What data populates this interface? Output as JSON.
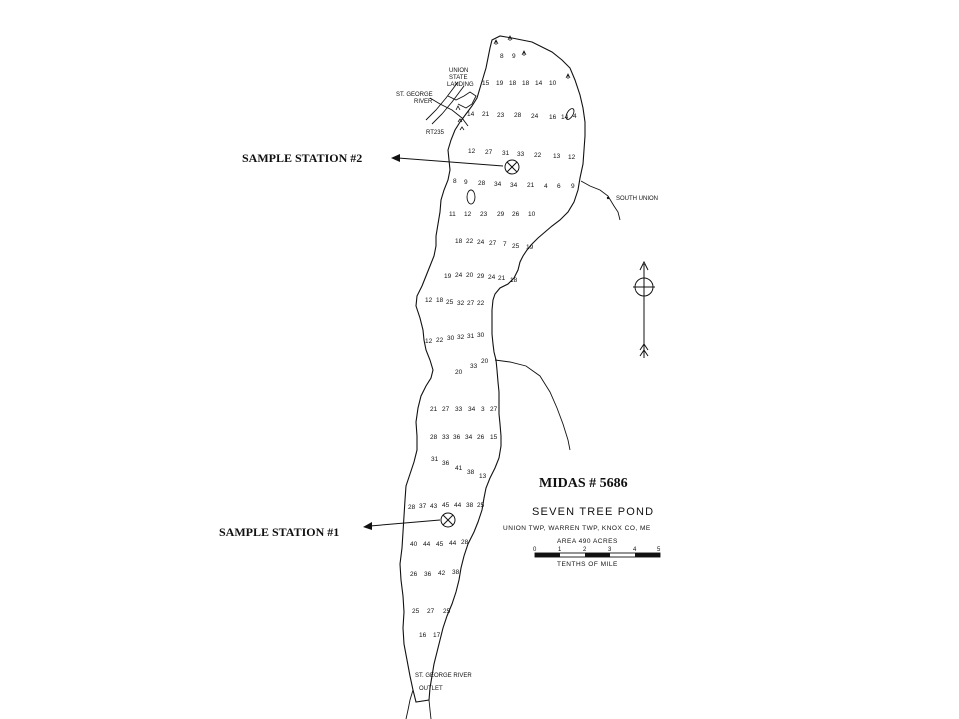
{
  "map": {
    "midas": "MIDAS # 5686",
    "pond_name": "SEVEN TREE POND",
    "location": "UNION TWP, WARREN TWP,      KNOX CO, ME",
    "area": "AREA  490  ACRES",
    "scale_ticks": [
      "0",
      "1",
      "2",
      "3",
      "4",
      "5"
    ],
    "scale_unit": "TENTHS  OF  MILE",
    "stations": [
      {
        "label": "SAMPLE STATION #2"
      },
      {
        "label": "SAMPLE STATION #1"
      }
    ],
    "places": {
      "union_landing": [
        "UNION",
        "STATE",
        "LANDING"
      ],
      "st_george_river": [
        "ST. GEORGE",
        "RIVER"
      ],
      "route": "RT235",
      "south_union": "SOUTH UNION",
      "outlet": [
        "ST. GEORGE RIVER",
        "OUTLET"
      ]
    },
    "depths": {
      "r01": [
        "8",
        "9"
      ],
      "r02": [
        "15",
        "19",
        "18",
        "18",
        "14",
        "10"
      ],
      "r03": [
        "14",
        "21",
        "23",
        "28",
        "24",
        "16",
        "14",
        "4"
      ],
      "r04": [
        "12",
        "27",
        "31",
        "33",
        "22",
        "13",
        "12"
      ],
      "r05": [
        "8",
        "9",
        "28",
        "34",
        "34",
        "21",
        "4",
        "6",
        "9"
      ],
      "r06": [
        "11",
        "12",
        "23",
        "29",
        "26",
        "10"
      ],
      "r07": [
        "18",
        "22",
        "24",
        "27",
        "7",
        "25",
        "19"
      ],
      "r08": [
        "19",
        "24",
        "20",
        "29",
        "24",
        "21",
        "18"
      ],
      "r09": [
        "12",
        "18",
        "25",
        "32",
        "27",
        "22"
      ],
      "r10": [
        "12",
        "22",
        "30",
        "32",
        "31",
        "30"
      ],
      "r11": [
        "20",
        "33",
        "20"
      ],
      "r12": [
        "21",
        "27",
        "33",
        "34",
        "3",
        "27"
      ],
      "r13": [
        "28",
        "33",
        "36",
        "34",
        "26",
        "15"
      ],
      "r14": [
        "31",
        "36",
        "41",
        "38",
        "13"
      ],
      "r15": [
        "28",
        "37",
        "43",
        "45",
        "44",
        "38",
        "25"
      ],
      "r16": [
        "40",
        "44",
        "45",
        "44",
        "28"
      ],
      "r17": [
        "26",
        "36",
        "42",
        "38"
      ],
      "r18": [
        "25",
        "27",
        "25"
      ],
      "r19": [
        "16",
        "17"
      ]
    }
  }
}
